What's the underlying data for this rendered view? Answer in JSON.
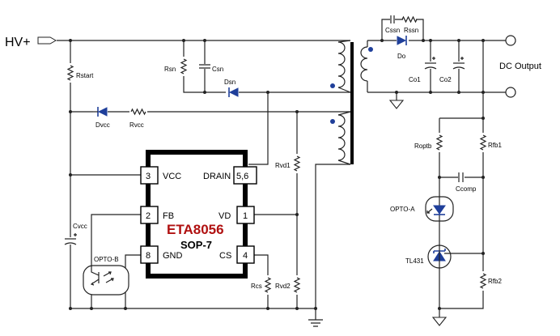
{
  "input_label": "HV+",
  "output_label": "DC Output",
  "ic": {
    "name": "ETA8056",
    "package": "SOP-7",
    "name_color": "#b01010",
    "pins": [
      {
        "num": "3",
        "name": "VCC"
      },
      {
        "num": "2",
        "name": "FB"
      },
      {
        "num": "8",
        "name": "GND"
      },
      {
        "num": "5,6",
        "name": "DRAIN"
      },
      {
        "num": "1",
        "name": "VD"
      },
      {
        "num": "4",
        "name": "CS"
      }
    ]
  },
  "components": {
    "rstart": "Rstart",
    "rsn": "Rsn",
    "csn": "Csn",
    "dsn": "Dsn",
    "dvcc": "Dvcc",
    "rvcc": "Rvcc",
    "rvd1": "Rvd1",
    "rvd2": "Rvd2",
    "rcs": "Rcs",
    "cvcc": "Cvcc",
    "opto_b": "OPTO-B",
    "cssn": "Cssn",
    "rssn": "Rssn",
    "do": "Do",
    "co1": "Co1",
    "co2": "Co2",
    "roptb": "Roptb",
    "rfb1": "Rfb1",
    "ccomp": "Ccomp",
    "opto_a": "OPTO-A",
    "tl431": "TL431",
    "rfb2": "Rfb2"
  },
  "colors": {
    "diode_fill": "#1f3f9a",
    "dot_fill": "#1f3f9a",
    "ic_outline": "#000000"
  }
}
